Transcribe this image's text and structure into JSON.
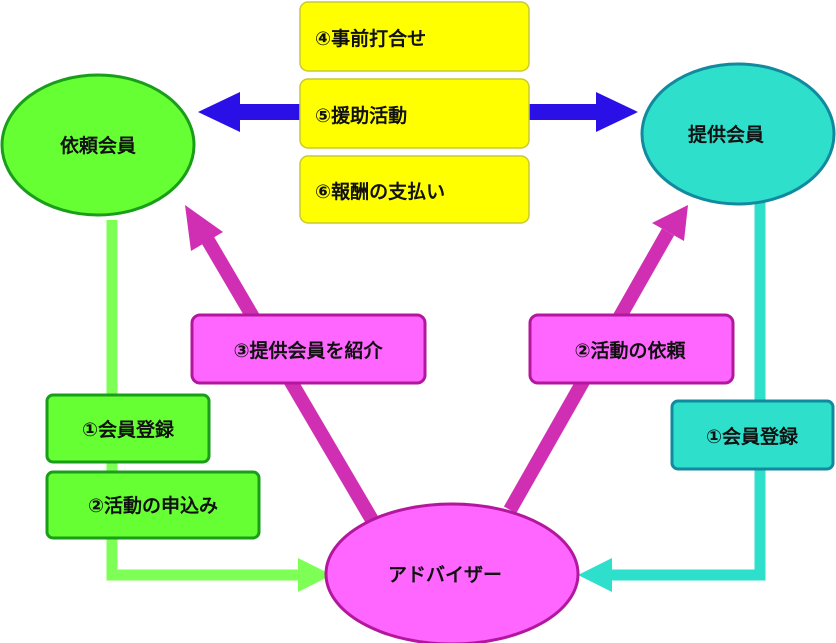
{
  "nodes": {
    "requester": {
      "label": "依頼会員",
      "fill": "#66ff33",
      "stroke": "#1a9e1a"
    },
    "provider": {
      "label": "提供会員",
      "fill": "#2ee0cc",
      "stroke": "#128a9e"
    },
    "advisor": {
      "label": "アドバイザー",
      "fill": "#ff66ff",
      "stroke": "#b3179e"
    }
  },
  "steps": {
    "register_requester": "①会員登録",
    "apply_activity": "②活動の申込み",
    "register_provider": "①会員登録",
    "request_activity": "②活動の依頼",
    "introduce_provider": "③提供会員を紹介",
    "pre_meeting": "④事前打合せ",
    "support_activity": "⑤援助活動",
    "payment": "⑥報酬の支払い"
  },
  "colors": {
    "green_line": "#7dff55",
    "cyan_line": "#2ee0cc",
    "magenta_arrow": "#d12fb3",
    "blue_arrow": "#2a10e6",
    "yellow_box": "#ffff00",
    "yellow_border": "#c9c930",
    "green_box": "#66ff33",
    "green_border": "#1a9e1a",
    "cyan_box": "#2ee0cc",
    "cyan_border": "#128a9e",
    "magenta_box": "#ff66ff",
    "magenta_border": "#b3179e"
  }
}
